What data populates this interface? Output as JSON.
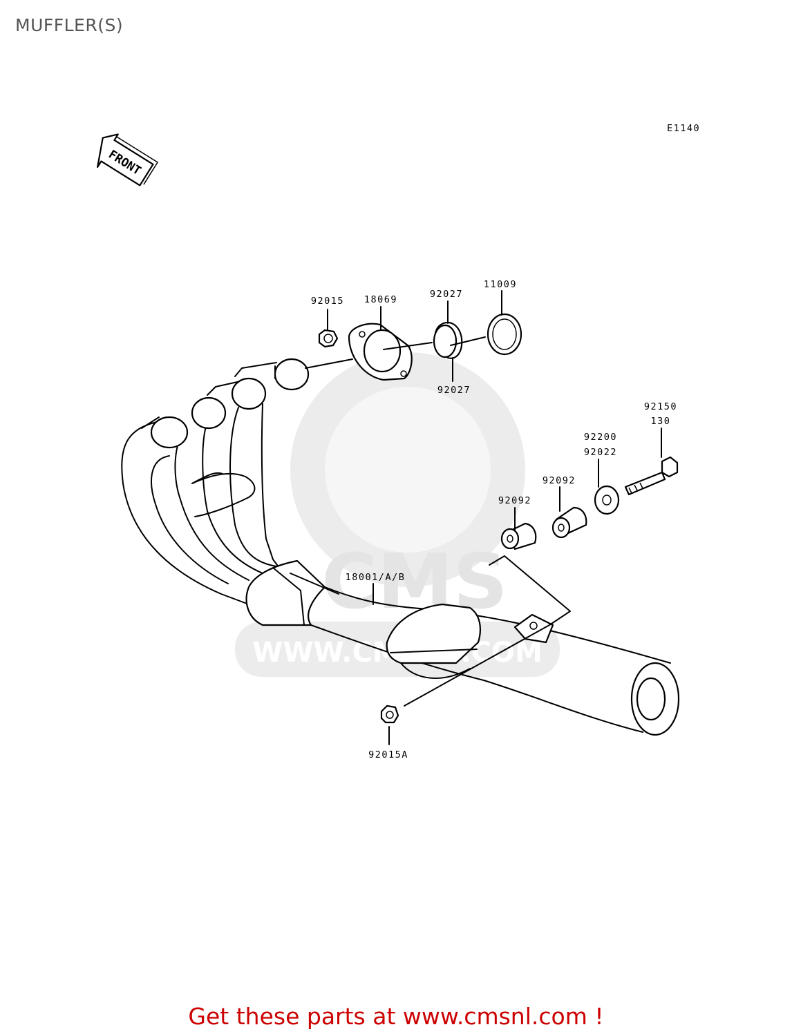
{
  "title": "MUFFLER(S)",
  "diagram_code": "E1140",
  "front_marker": "FRONT",
  "watermark": {
    "brand": "CMS",
    "url": "WWW.CMSNL.COM"
  },
  "parts": [
    {
      "number": "92015"
    },
    {
      "number": "18069"
    },
    {
      "number": "92027"
    },
    {
      "number": "11009"
    },
    {
      "number": "92027"
    },
    {
      "number": "92150"
    },
    {
      "number": "130"
    },
    {
      "number": "92200"
    },
    {
      "number": "92022"
    },
    {
      "number": "92092"
    },
    {
      "number": "92092"
    },
    {
      "number": "18001/A/B"
    },
    {
      "number": "92015A"
    }
  ],
  "footer": {
    "cta": "Get these parts at www.cmsnl.com !"
  },
  "colors": {
    "title": "#555555",
    "cta": "#cc0000",
    "lines": "#000000"
  }
}
